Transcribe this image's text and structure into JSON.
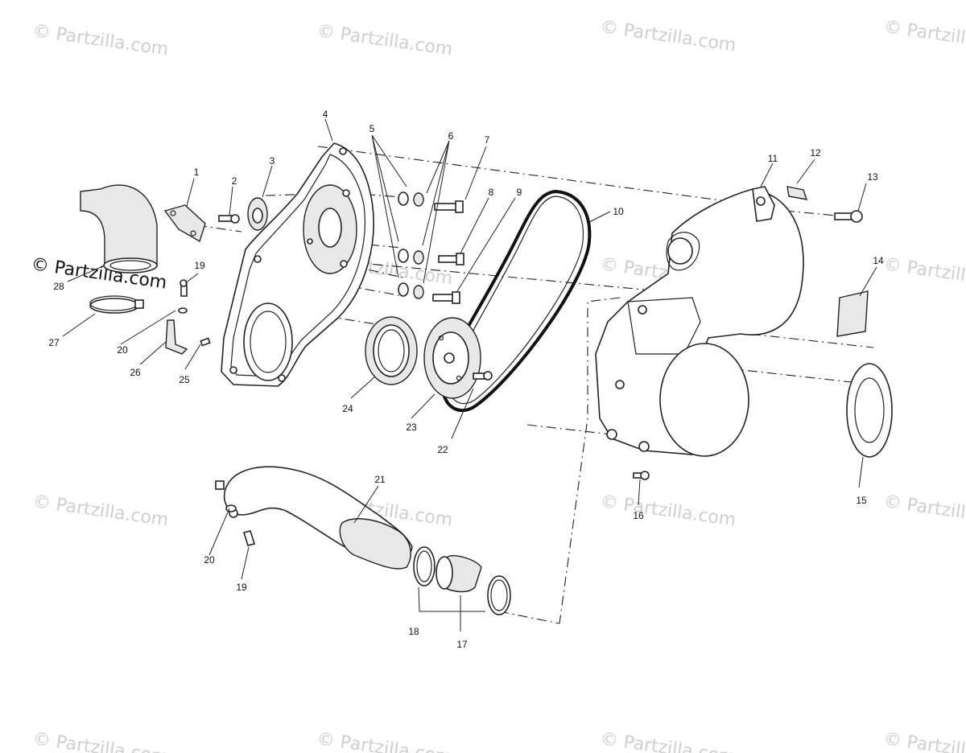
{
  "watermark": {
    "text": "© Partzilla.com",
    "color": "#cfcfcf",
    "dark_color": "#111111"
  },
  "callouts": {
    "c1": "1",
    "c2": "2",
    "c3": "3",
    "c4": "4",
    "c5": "5",
    "c6": "6",
    "c7": "7",
    "c8": "8",
    "c9": "9",
    "c10": "10",
    "c11": "11",
    "c12": "12",
    "c13": "13",
    "c14": "14",
    "c15": "15",
    "c16": "16",
    "c17": "17",
    "c18": "18",
    "c19a": "19",
    "c19b": "19",
    "c20a": "20",
    "c20b": "20",
    "c21": "21",
    "c22": "22",
    "c23": "23",
    "c24": "24",
    "c25": "25",
    "c26": "26",
    "c27": "27",
    "c28": "28"
  }
}
